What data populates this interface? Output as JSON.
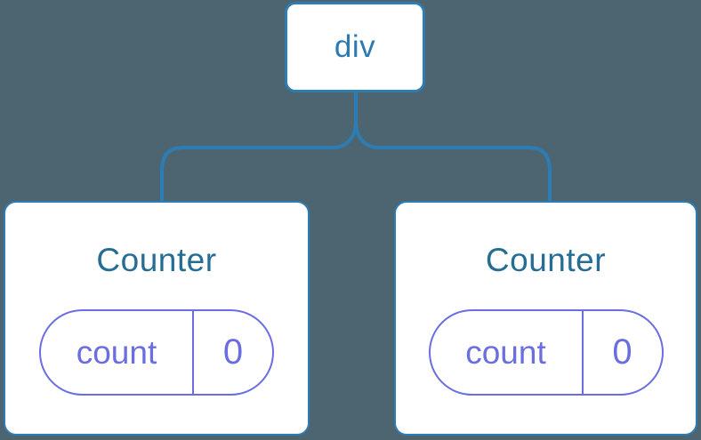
{
  "diagram": {
    "description": "React component tree with shared parent and two stateful children",
    "root": {
      "label": "div"
    },
    "children": [
      {
        "title": "Counter",
        "state": {
          "key": "count",
          "value": "0"
        }
      },
      {
        "title": "Counter",
        "state": {
          "key": "count",
          "value": "0"
        }
      }
    ]
  },
  "colors": {
    "background": "#4d6570",
    "connector": "#2e7cb4",
    "node_background": "#ffffff",
    "root_label": "#2b7ab0",
    "component_title": "#256d94",
    "state_accent": "#6a6ee0"
  }
}
